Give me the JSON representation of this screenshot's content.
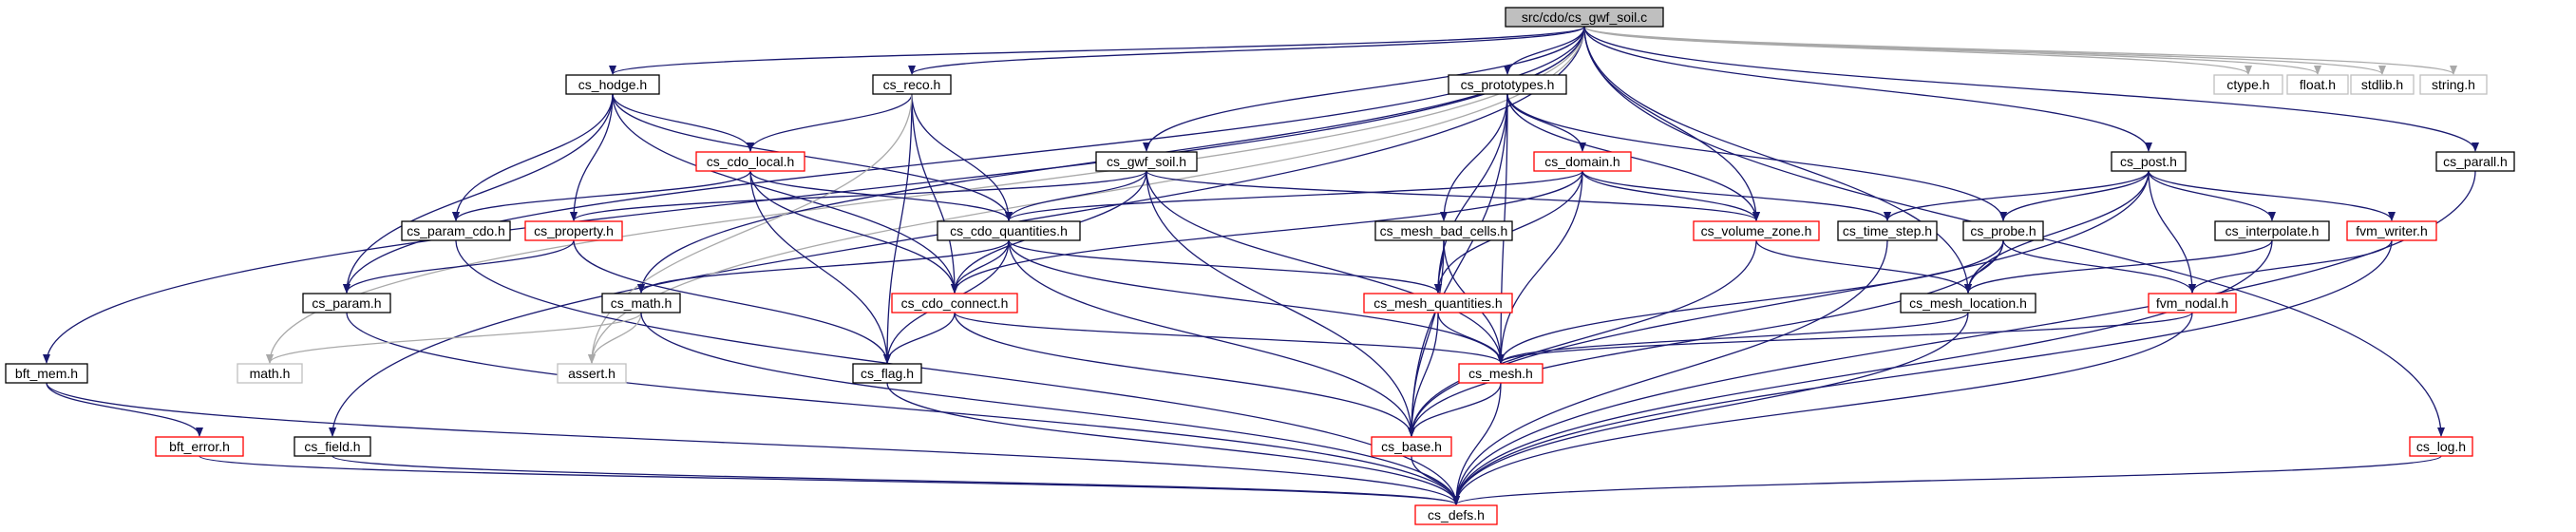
{
  "diagram": {
    "root": "src/cdo/cs_gwf_soil.c",
    "colors": {
      "edge": "#191970",
      "edge_system": "#a9a9a9",
      "box_normal": "#000000",
      "box_incomplete": "#ff0000",
      "box_system": "#bfbfbf",
      "root_fill": "#bfbfbf"
    },
    "nodes": {
      "root": "src/cdo/cs_gwf_soil.c",
      "bft_mem": "bft_mem.h",
      "cs_hodge": "cs_hodge.h",
      "cs_reco": "cs_reco.h",
      "cs_prototypes": "cs_prototypes.h",
      "ctype": "ctype.h",
      "float": "float.h",
      "stdlib": "stdlib.h",
      "string": "string.h",
      "cs_parall": "cs_parall.h",
      "cs_post": "cs_post.h",
      "cs_domain": "cs_domain.h",
      "cs_cdo_local": "cs_cdo_local.h",
      "cs_gwf_soil": "cs_gwf_soil.h",
      "cs_param_cdo": "cs_param_cdo.h",
      "cs_property": "cs_property.h",
      "cs_cdo_quantities": "cs_cdo_quantities.h",
      "cs_mesh_bad_cells": "cs_mesh_bad_cells.h",
      "cs_volume_zone": "cs_volume_zone.h",
      "cs_time_step": "cs_time_step.h",
      "cs_probe": "cs_probe.h",
      "cs_interpolate": "cs_interpolate.h",
      "fvm_writer": "fvm_writer.h",
      "cs_param": "cs_param.h",
      "cs_math": "cs_math.h",
      "cs_cdo_connect": "cs_cdo_connect.h",
      "cs_mesh_quantities": "cs_mesh_quantities.h",
      "cs_mesh_location": "cs_mesh_location.h",
      "fvm_nodal": "fvm_nodal.h",
      "math": "math.h",
      "assert": "assert.h",
      "cs_flag": "cs_flag.h",
      "cs_mesh": "cs_mesh.h",
      "bft_error": "bft_error.h",
      "cs_field": "cs_field.h",
      "cs_base": "cs_base.h",
      "cs_log": "cs_log.h",
      "cs_defs": "cs_defs.h"
    }
  }
}
